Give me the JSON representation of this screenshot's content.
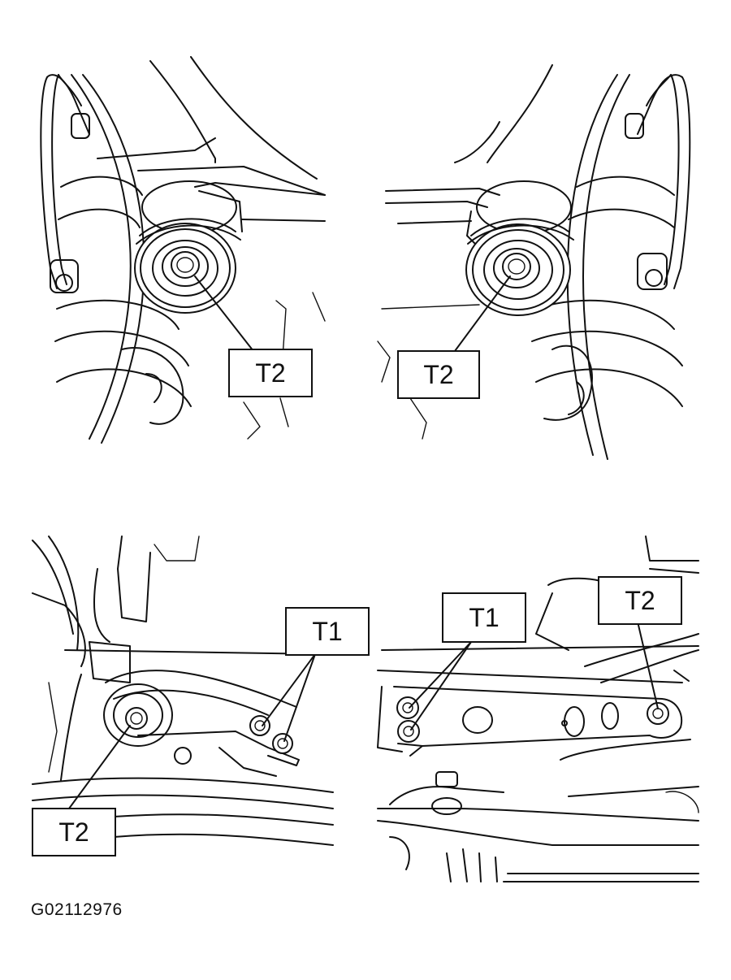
{
  "figure_id": "G02112976",
  "callouts": {
    "top_left": "T2",
    "top_right": "T2",
    "bottom_left_t1": "T1",
    "bottom_left_t2": "T2",
    "bottom_right_t1": "T1",
    "bottom_right_t2": "T2"
  },
  "colors": {
    "line": "#111111",
    "background": "#ffffff"
  }
}
